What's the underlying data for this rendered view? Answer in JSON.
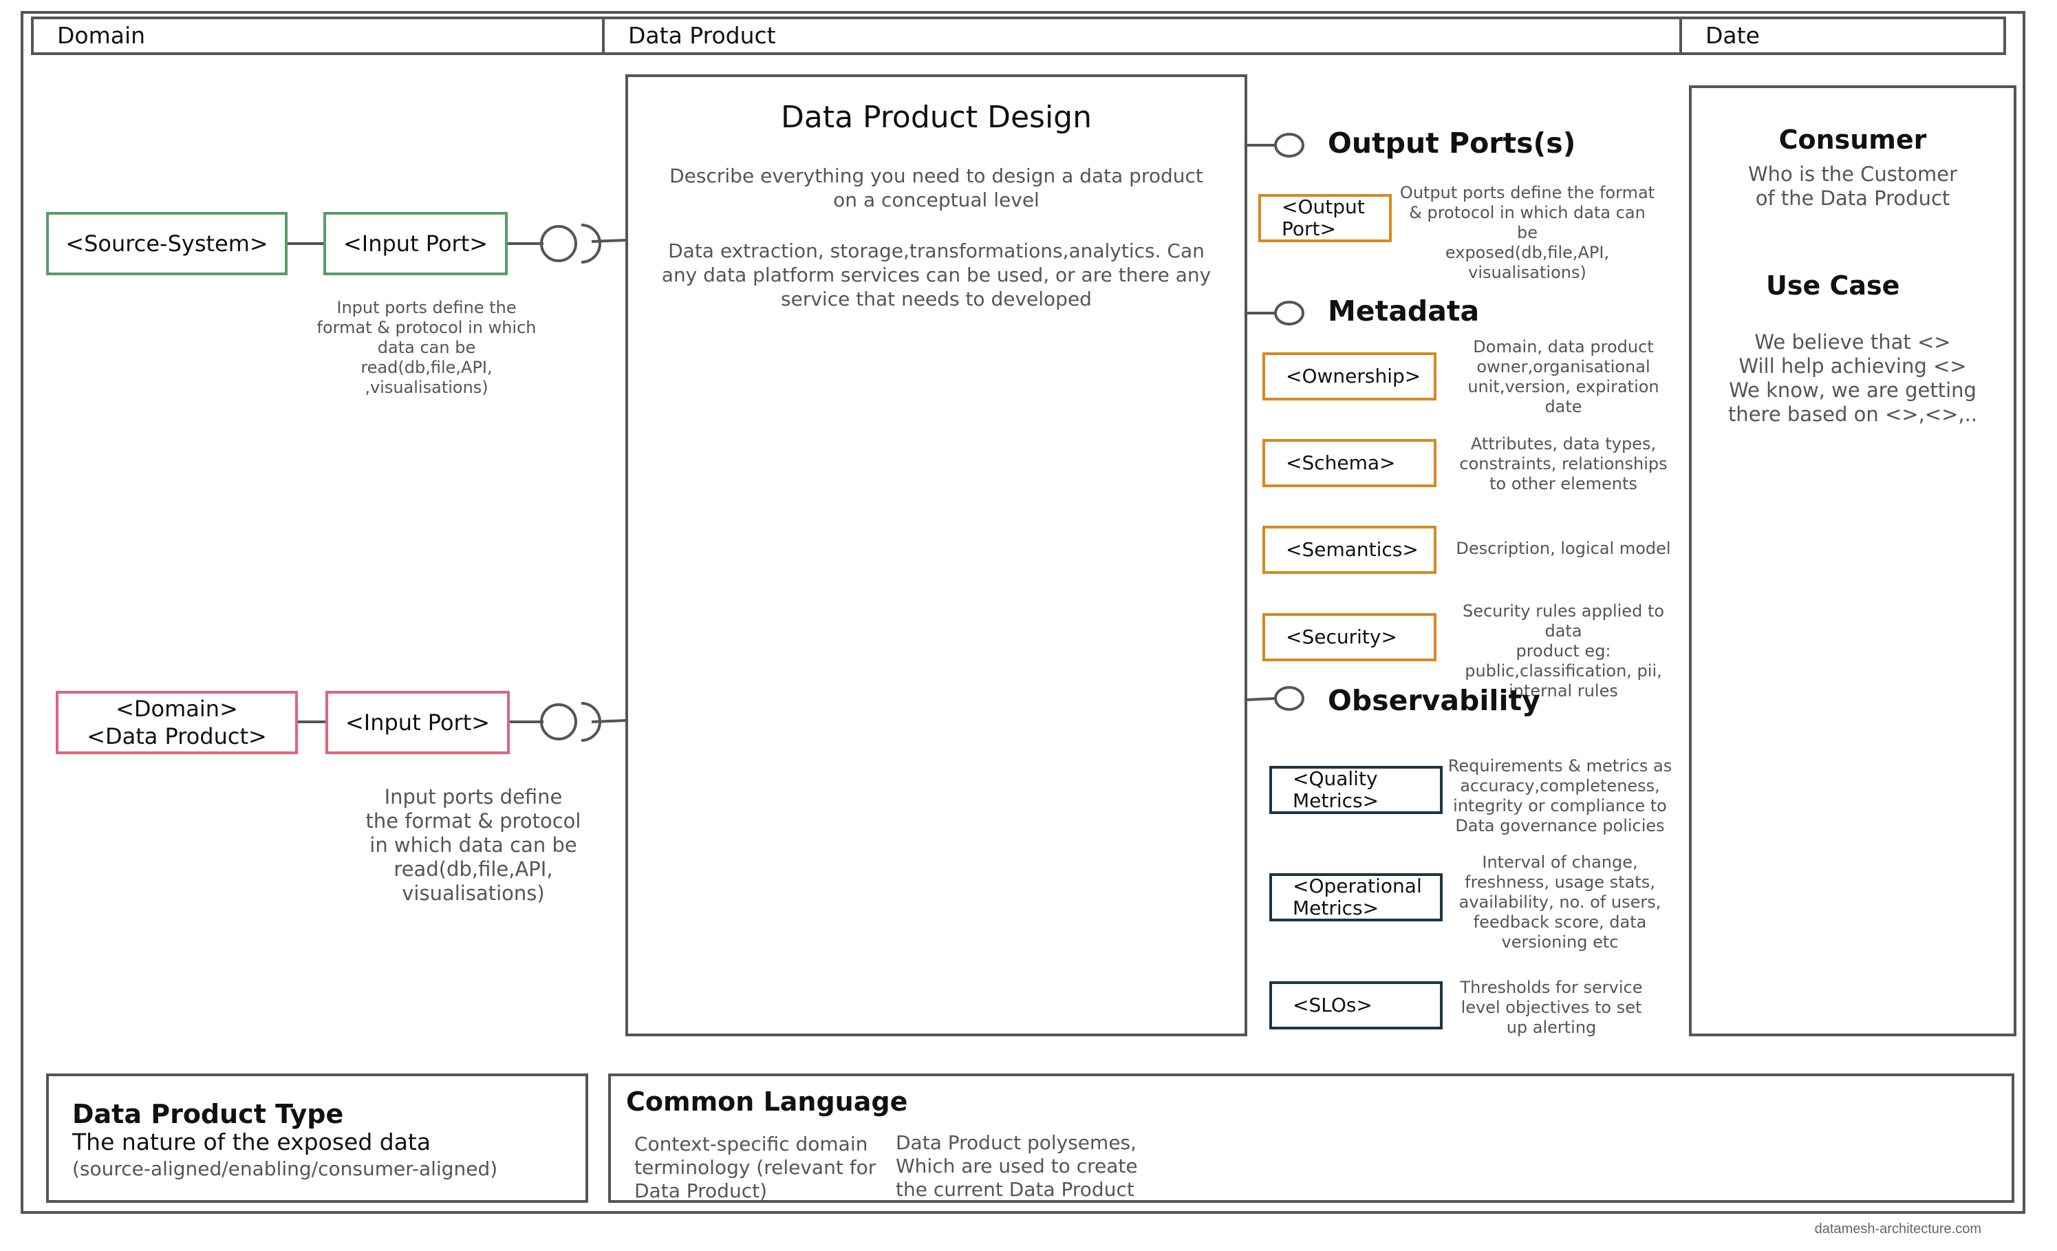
{
  "header": {
    "domain_label": "Domain",
    "data_product_label": "Data Product",
    "date_label": "Date"
  },
  "inputs": {
    "source_system": "<Source-System>",
    "input_port_1": "<Input Port>",
    "input_note_1": [
      "Input ports define the",
      "format & protocol in which",
      "data can be",
      "read(db,file,API,",
      ",visualisations)"
    ],
    "domain_product": [
      "<Domain>",
      "<Data Product>"
    ],
    "input_port_2": "<Input Port>",
    "input_note_2": [
      "Input ports define",
      "the format & protocol",
      "in which data can be",
      "read(db,file,API,",
      "visualisations)"
    ]
  },
  "design": {
    "title": "Data Product Design",
    "desc1": [
      "Describe everything you need to design a data product",
      "on a conceptual level"
    ],
    "desc2": [
      "Data extraction, storage,transformations,analytics. Can",
      "any data platform services can be used, or are there any",
      "service that needs to developed"
    ]
  },
  "output_ports": {
    "title": "Output Ports(s)",
    "item": [
      "<Output",
      "Port>"
    ],
    "note": [
      "Output ports define the format",
      "& protocol in which data can be",
      "exposed(db,file,API,",
      "visualisations)"
    ]
  },
  "metadata": {
    "title": "Metadata",
    "items": [
      {
        "label": "<Ownership>",
        "note": [
          "Domain, data product",
          "owner,organisational",
          "unit,version, expiration date"
        ]
      },
      {
        "label": "<Schema>",
        "note": [
          "Attributes, data types,",
          "constraints, relationships",
          "to other elements"
        ]
      },
      {
        "label": "<Semantics>",
        "note": [
          "Description, logical model"
        ]
      },
      {
        "label": "<Security>",
        "note": [
          "Security rules applied to data",
          "product eg:",
          "public,classification, pii,",
          "internal rules"
        ]
      }
    ]
  },
  "observability": {
    "title": "Observability",
    "items": [
      {
        "label": [
          "<Quality",
          "Metrics>"
        ],
        "note": [
          "Requirements & metrics as",
          "accuracy,completeness,",
          "integrity or  compliance to",
          "Data governance policies"
        ]
      },
      {
        "label": [
          "<Operational",
          "Metrics>"
        ],
        "note": [
          "Interval of change,",
          "freshness, usage stats,",
          "availability, no. of users,",
          "feedback score, data",
          "versioning etc"
        ]
      },
      {
        "label": [
          "<SLOs>"
        ],
        "note": [
          "Thresholds for service",
          "level objectives to set",
          "up alerting"
        ]
      }
    ]
  },
  "consumer": {
    "title": "Consumer",
    "desc": [
      "Who is the Customer",
      "of the Data Product"
    ],
    "use_case_title": "Use Case",
    "use_case_desc": [
      "We believe that <>",
      "Will help achieving <>",
      "We know, we are getting",
      "there based on <>,<>,.."
    ]
  },
  "data_product_type": {
    "title": "Data Product Type",
    "subtitle": "The nature of the exposed data",
    "detail": "(source-aligned/enabling/consumer-aligned)"
  },
  "common_language": {
    "title": "Common Language",
    "col1": [
      "Context-specific domain",
      "terminology (relevant for",
      "Data Product)"
    ],
    "col2": [
      "Data Product polysemes,",
      "Which are used to create",
      "the current Data Product"
    ]
  },
  "footer": {
    "credit": "datamesh-architecture.com"
  },
  "colors": {
    "green": "#5a9a68",
    "red": "#e0647a",
    "orange": "#d58a22",
    "navy": "#1b3546",
    "frame": "#555555"
  }
}
